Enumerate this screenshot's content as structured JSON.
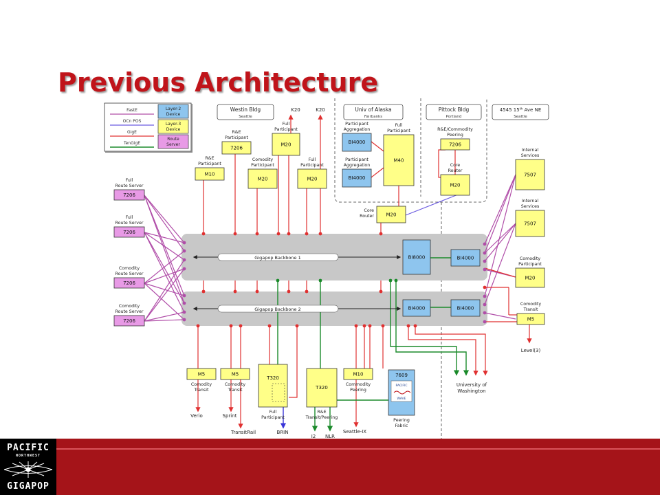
{
  "slide": {
    "title": "Previous Architecture"
  },
  "legend": {
    "lines": [
      {
        "label": "FastE",
        "color": "#b04da8"
      },
      {
        "label": "OCn POS",
        "color": "#6b5be0"
      },
      {
        "label": "GigE",
        "color": "#e03030"
      },
      {
        "label": "TenGigE",
        "color": "#1a8a2a"
      }
    ],
    "boxes": [
      {
        "label": [
          "Layer-2",
          "Device"
        ],
        "color": "#8ec5ee"
      },
      {
        "label": [
          "Layer-3",
          "Device"
        ],
        "color": "#ffff88"
      },
      {
        "label": [
          "Route",
          "Server"
        ],
        "color": "#e89ae6"
      }
    ]
  },
  "sites": {
    "westin": {
      "name": "Westin Bldg",
      "city": "Seattle"
    },
    "alaska": {
      "name": "Univ of Alaska",
      "city": "Fairbanks"
    },
    "pittock": {
      "name": "Pittock Bldg",
      "city": "Portland"
    },
    "ave": {
      "name_prefix": "4545 15",
      "sup": "th",
      "name_suffix": " Ave NE",
      "city": "Seattle"
    }
  },
  "backbones": {
    "b1": "Gigapop Backbone 1",
    "b2": "Gigapop Backbone 2"
  },
  "devices": {
    "rs1": {
      "label": "7206",
      "caption": [
        "Full",
        "Route Server"
      ]
    },
    "rs2": {
      "label": "7206",
      "caption": [
        "Full",
        "Route Server"
      ]
    },
    "rs3": {
      "label": "7206",
      "caption": [
        "Comodity",
        "Route Server"
      ]
    },
    "rs4": {
      "label": "7206",
      "caption": [
        "Comodity",
        "Route Server"
      ]
    },
    "m10_top": {
      "label": "M10",
      "caption": [
        "R&E",
        "Participant"
      ]
    },
    "r7206_top": {
      "label": "7206",
      "caption": [
        "R&E",
        "Participant"
      ]
    },
    "m20_com": {
      "label": "M20",
      "caption": [
        "Comodity",
        "Participant"
      ]
    },
    "m20_full1": {
      "label": "M20",
      "caption": [
        "Full",
        "Participant"
      ]
    },
    "m20_full2": {
      "label": "M20",
      "caption": [
        "Full",
        "Participant"
      ]
    },
    "bi4000_a": {
      "label": "BI4000",
      "caption": [
        "Participant",
        "Aggregation"
      ]
    },
    "bi4000_b": {
      "label": "BI4000",
      "caption": [
        "Participant",
        "Aggregation"
      ]
    },
    "m40": {
      "label": "M40",
      "caption": [
        "Full",
        "Participant"
      ]
    },
    "r7206_pitt": {
      "label": "7206",
      "caption": [
        "R&E/Commodity",
        "Peering"
      ]
    },
    "m20_pitt": {
      "label": "M20",
      "caption": [
        "Core",
        "Router"
      ]
    },
    "m20_core": {
      "label": "M20",
      "caption": [
        "Core",
        "Router"
      ]
    },
    "bi8000": {
      "label": "BI8000"
    },
    "bi4000_r1": {
      "label": "BI4000"
    },
    "bi4000_m2": {
      "label": "BI4000"
    },
    "bi4000_r2": {
      "label": "BI4000"
    },
    "r7507_a": {
      "label": "7507",
      "caption": [
        "Internal",
        "Services"
      ]
    },
    "r7507_b": {
      "label": "7507",
      "caption": [
        "Internal",
        "Services"
      ]
    },
    "m20_right": {
      "label": "M20",
      "caption": [
        "Comodity",
        "Participant"
      ]
    },
    "m5_right": {
      "label": "M5",
      "caption": [
        "Comodity",
        "Transit"
      ]
    },
    "m5_verio": {
      "label": "M5",
      "caption": [
        "Comodity",
        "Transit"
      ]
    },
    "m5_sprint": {
      "label": "M5",
      "caption": [
        "Comodity",
        "Transit"
      ]
    },
    "t320_a": {
      "label": "T320",
      "caption": [
        "Full",
        "Participant"
      ]
    },
    "t320_b": {
      "label": "T320",
      "caption": [
        "R&E",
        "Transit/Peering"
      ]
    },
    "m10_bot": {
      "label": "M10",
      "caption": [
        "Commodity",
        "Peering"
      ]
    },
    "r7609": {
      "label": "7609",
      "badge_top": "PACIFIC",
      "badge_bottom": "WAVE",
      "caption": [
        "Peering",
        "Fabric"
      ]
    }
  },
  "externals": {
    "k20_left": "K20",
    "k20_right": "K20",
    "verio": "Verio",
    "sprint": "Sprint",
    "transitrail": "TransitRail",
    "brin": "BRIN",
    "i2": "I2",
    "nlr": "NLR",
    "seattle_ix": "Seattle-IX",
    "uw": [
      "University of",
      "Washington"
    ],
    "level3": "Level(3)"
  },
  "logo": {
    "top": "PACIFIC",
    "middle": "NORTHWEST",
    "bottom": "GIGAPOP"
  },
  "colors": {
    "title": "#c0141a",
    "footer": "#a51419",
    "layer2": "#8ec5ee",
    "layer3": "#ffff88",
    "route_server": "#e89ae6",
    "fast_e": "#b04da8",
    "ocn_pos": "#6b5be0",
    "gig_e": "#e03030",
    "ten_gig_e": "#1a8a2a"
  }
}
